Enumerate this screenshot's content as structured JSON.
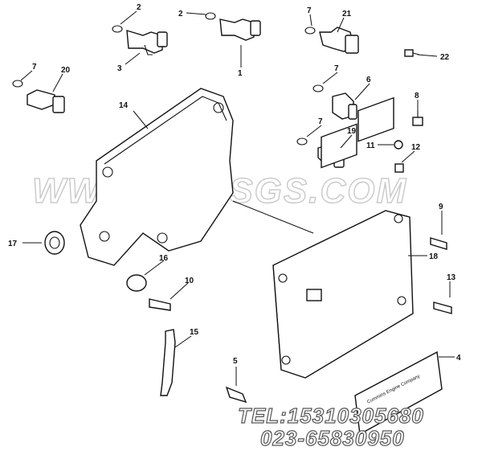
{
  "callouts": [
    {
      "id": "1",
      "label": "1"
    },
    {
      "id": "2a",
      "label": "2"
    },
    {
      "id": "2b",
      "label": "2"
    },
    {
      "id": "3",
      "label": "3"
    },
    {
      "id": "4",
      "label": "4"
    },
    {
      "id": "5",
      "label": "5"
    },
    {
      "id": "6",
      "label": "6"
    },
    {
      "id": "7a",
      "label": "7"
    },
    {
      "id": "7b",
      "label": "7"
    },
    {
      "id": "7c",
      "label": "7"
    },
    {
      "id": "7d",
      "label": "7"
    },
    {
      "id": "8",
      "label": "8"
    },
    {
      "id": "9",
      "label": "9"
    },
    {
      "id": "10",
      "label": "10"
    },
    {
      "id": "11",
      "label": "11"
    },
    {
      "id": "12",
      "label": "12"
    },
    {
      "id": "13",
      "label": "13"
    },
    {
      "id": "14",
      "label": "14"
    },
    {
      "id": "15",
      "label": "15"
    },
    {
      "id": "16",
      "label": "16"
    },
    {
      "id": "17",
      "label": "17"
    },
    {
      "id": "18",
      "label": "18"
    },
    {
      "id": "19",
      "label": "19"
    },
    {
      "id": "20",
      "label": "20"
    },
    {
      "id": "21",
      "label": "21"
    },
    {
      "id": "22",
      "label": "22"
    }
  ],
  "watermark": "WWW.CQKSGS.COM",
  "contact": {
    "tel": "TEL:15310305680",
    "phone": "023-65830950"
  }
}
